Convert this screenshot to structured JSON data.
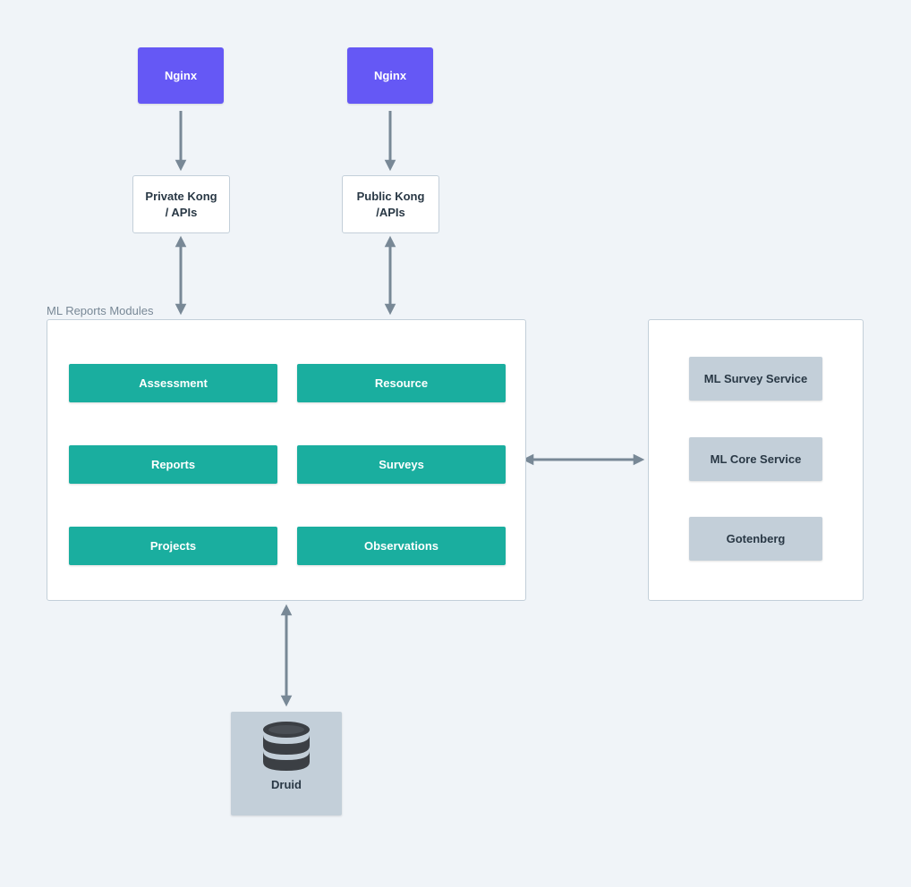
{
  "nginx": [
    {
      "label": "Nginx"
    },
    {
      "label": "Nginx"
    }
  ],
  "kong": [
    {
      "label": "Private Kong\n/ APIs"
    },
    {
      "label": "Public Kong\n/APIs"
    }
  ],
  "modules_group": {
    "label": "ML Reports Modules",
    "items": [
      "Assessment",
      "Resource",
      "Reports",
      "Surveys",
      "Projects",
      "Observations"
    ]
  },
  "services": [
    "ML Survey Service",
    "ML Core Service",
    "Gotenberg"
  ],
  "database": {
    "label": "Druid",
    "icon": "database-icon"
  },
  "colors": {
    "background": "#f0f4f8",
    "nginx": "#6558f5",
    "module": "#1aae9f",
    "service": "#c3cfd9",
    "arrow": "#788896",
    "border": "#c3cfd9"
  }
}
